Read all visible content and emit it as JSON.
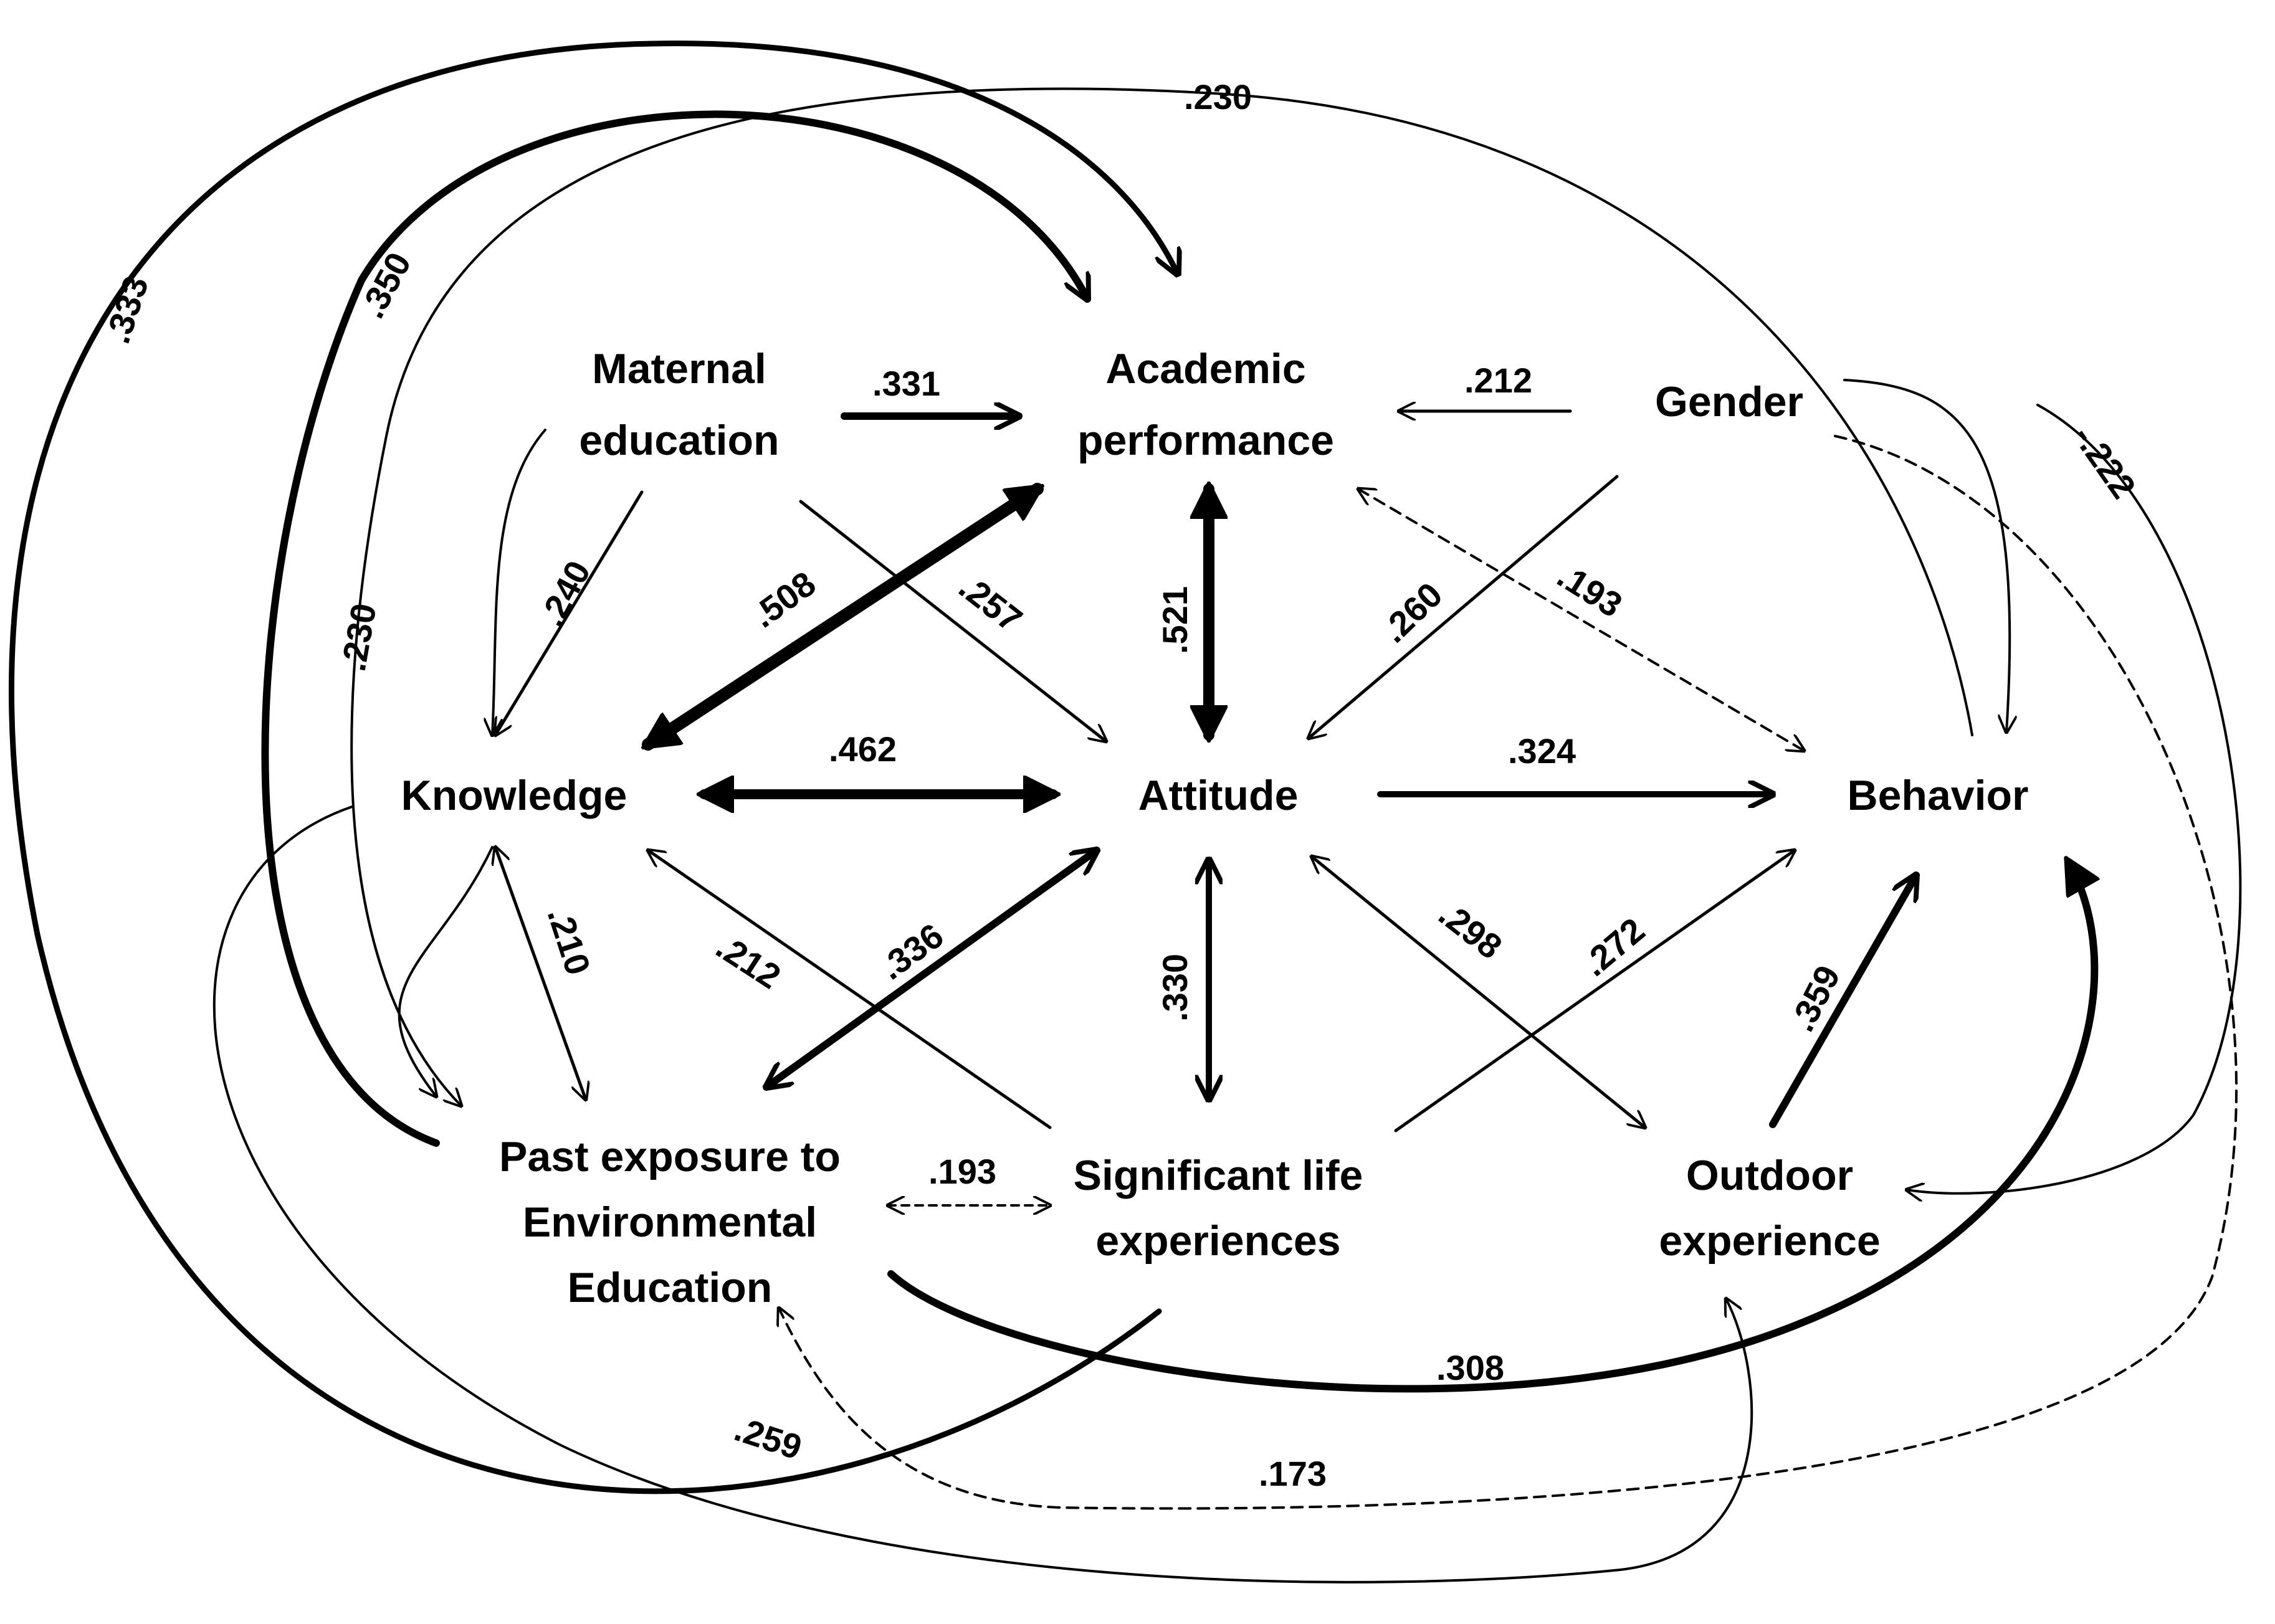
{
  "nodes": {
    "maternal_education": [
      "Maternal",
      "education"
    ],
    "academic_performance": [
      "Academic",
      "performance"
    ],
    "gender": [
      "Gender"
    ],
    "knowledge": [
      "Knowledge"
    ],
    "attitude": [
      "Attitude"
    ],
    "behavior": [
      "Behavior"
    ],
    "past_exposure": [
      "Past exposure to",
      "Environmental",
      "Education"
    ],
    "significant_life": [
      "Significant life",
      "experiences"
    ],
    "outdoor_experience": [
      "Outdoor",
      "experience"
    ]
  },
  "edges": [
    {
      "id": "maternal-to-academic",
      "label": ".331",
      "style": "solid"
    },
    {
      "id": "gender-to-academic",
      "label": ".212",
      "style": "solid"
    },
    {
      "id": "maternal-to-knowledge",
      "label": ".240",
      "style": "solid"
    },
    {
      "id": "maternal-to-attitude",
      "label": ".257",
      "style": "solid"
    },
    {
      "id": "knowledge-academic",
      "label": ".508",
      "style": "solid"
    },
    {
      "id": "academic-attitude",
      "label": ".521",
      "style": "solid"
    },
    {
      "id": "gender-to-attitude",
      "label": ".260",
      "style": "solid"
    },
    {
      "id": "academic-behavior",
      "label": ".193",
      "style": "dashed"
    },
    {
      "id": "knowledge-attitude",
      "label": ".462",
      "style": "solid"
    },
    {
      "id": "attitude-to-behavior",
      "label": ".324",
      "style": "solid"
    },
    {
      "id": "knowledge-past",
      "label": ".210",
      "style": "solid"
    },
    {
      "id": "significant-to-knowledge",
      "label": ".212",
      "style": "solid"
    },
    {
      "id": "attitude-past",
      "label": ".336",
      "style": "solid"
    },
    {
      "id": "attitude-significant",
      "label": ".330",
      "style": "solid"
    },
    {
      "id": "attitude-outdoor",
      "label": ".298",
      "style": "solid"
    },
    {
      "id": "significant-to-behavior",
      "label": ".272",
      "style": "solid"
    },
    {
      "id": "outdoor-to-behavior",
      "label": ".359",
      "style": "solid"
    },
    {
      "id": "past-significant",
      "label": ".193",
      "style": "dashed"
    },
    {
      "id": "past-to-behavior",
      "label": ".308",
      "style": "solid"
    },
    {
      "id": "gender-to-past",
      "label": ".173",
      "style": "dashed"
    },
    {
      "id": "knowledge-to-outdoor",
      "label": ".259",
      "style": "solid"
    },
    {
      "id": "outdoor-to-academic",
      "label": ".333",
      "style": "solid"
    },
    {
      "id": "past-to-academic",
      "label": ".350",
      "style": "solid"
    },
    {
      "id": "behavior-to-past",
      "label": ".230",
      "style": "solid"
    },
    {
      "id": "maternal-to-past",
      "label": ".230",
      "style": "solid"
    },
    {
      "id": "gender-to-outdoor",
      "label": "-.222",
      "style": "solid"
    },
    {
      "id": "gender-to-behavior",
      "label": "",
      "style": "solid"
    },
    {
      "id": "significant-to-past",
      "label": "",
      "style": "solid"
    }
  ]
}
